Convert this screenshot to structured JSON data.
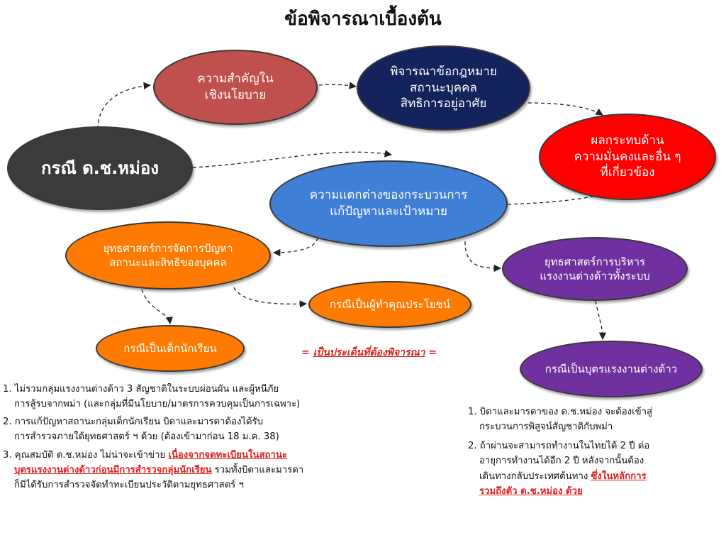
{
  "title": "ข้อพิจารณาเบื้องต้น",
  "nodes": {
    "case": "กรณี ด.ช.หม่อง",
    "policy": "ความสำคัญใน\nเชิงนโยบาย",
    "law": "พิจารณาข้อกฎหมาย\nสถานะบุคคล\nสิทธิการอยู่อาศัย",
    "impact": "ผลกระทบด้าน\nความมั่นคงและอื่น ๆ\nที่เกี่ยวข้อง",
    "process": "ความแตกต่างของกระบวนการ\nแก้ปัญหาและเป้าหมาย",
    "status_strategy": "ยุทธศาสตร์การจัดการปัญหา\nสถานะและสิทธิของบุคคล",
    "benefit_case": "กรณีเป็นผู้ทำคุณประโยชน์",
    "student_case": "กรณีเป็นเด็กนักเรียน",
    "labor_strategy": "ยุทธศาสตร์การบริหาร\nแรงงานต่างด้าวทั้งระบบ",
    "labor_child_case": "กรณีเป็นบุตรแรงงานต่างด้าว"
  },
  "legend": {
    "prefix": "= ",
    "text": "เป็นประเด็นที่ต้องพิจารณา",
    "suffix": " ="
  },
  "notes_left": [
    {
      "line1": "1. ไม่รวมกลุ่มแรงงานต่างด้าว 3 สัญชาติในระบบผ่อนผัน และผู้หนีภัย",
      "line2": "การสู้รบจากพม่า (และกลุ่มที่มีนโยบาย/มาตรการควบคุมเป็นการเฉพาะ)"
    },
    {
      "line1": "2. การแก้ปัญหาสถานะกลุ่มเด็กนักเรียน บิดาและมารดาต้องได้รับ",
      "line2": "การสำรวจภายใต้ยุทธศาสตร์ ฯ ด้วย (ต้องเข้ามาก่อน 18 ม.ค. 38)"
    },
    {
      "line1_a": "3. คุณสมบัติ ด.ช.หม่อง ไม่น่าจะเข้าข่าย ",
      "line1_red": "เนื่องจากจดทะเบียนในสถานะ",
      "line2_red": "บุตรแรงงานต่างด้าวก่อนมีการสำรวจกลุ่มนักเรียน",
      "line2_b": " รวมทั้งบิดาและมารดา",
      "line3": "ก็มิได้รับการสำรวจจัดทำทะเบียนประวัติตามยุทธศาสตร์ ฯ"
    }
  ],
  "notes_right": [
    {
      "line1": "1. บิดาและมารดาของ ด.ช.หม่อง จะต้องเข้าสู่",
      "line2": "กระบวนการพิสูจน์สัญชาติกับพม่า"
    },
    {
      "line1": "2. ถ้าผ่านจะสามารถทำงานในไทยได้ 2 ปี ต่อ",
      "line2": "อายุการทำงานได้อีก 2 ปี  หลังจากนั้นต้อง",
      "line3_a": "เดินทางกลับประเทศต้นทาง ",
      "line3_red": "ซึ่งในหลักการ",
      "line4_red": "รวมถึงตัว ด.ช.หม่อง ด้วย"
    }
  ],
  "colors": {
    "case": "#3b3b3b",
    "policy": "#c0504d",
    "law": "#13235c",
    "impact": "#ff0000",
    "process": "#3f7fd6",
    "orange": "#ff7a00",
    "purple": "#7030a0",
    "emphasis_red": "#e0201c"
  }
}
